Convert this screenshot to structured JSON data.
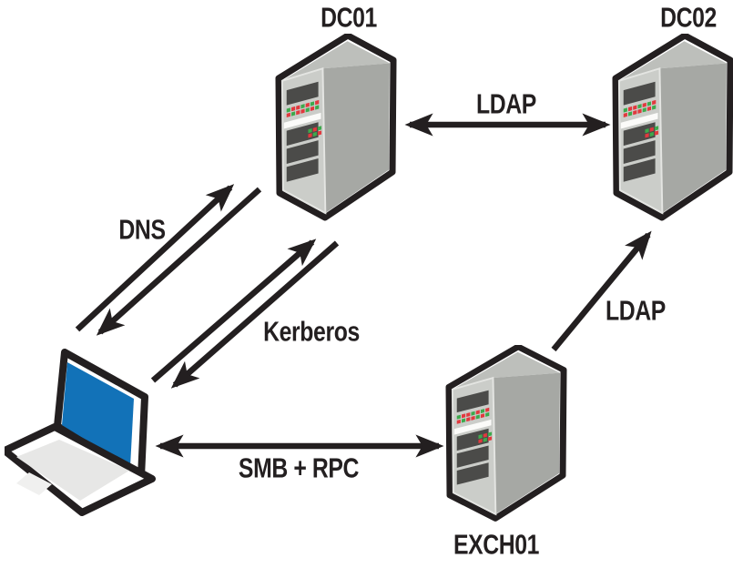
{
  "diagram": {
    "title": "",
    "nodes": {
      "dc01": {
        "label": "DC01",
        "type": "server"
      },
      "dc02": {
        "label": "DC02",
        "type": "server"
      },
      "exch01": {
        "label": "EXCH01",
        "type": "server"
      },
      "workstation": {
        "label": "",
        "type": "laptop"
      }
    },
    "edges": [
      {
        "id": "dns",
        "label": "DNS",
        "from": "workstation",
        "to": "dc01",
        "style": "two-parallel-arrows-opposite-directions"
      },
      {
        "id": "kerberos",
        "label": "Kerberos",
        "from": "workstation",
        "to": "dc01",
        "style": "two-parallel-arrows-opposite-directions"
      },
      {
        "id": "ldap-dc",
        "label": "LDAP",
        "from": "dc01",
        "to": "dc02",
        "style": "double-headed"
      },
      {
        "id": "smb-rpc",
        "label": "SMB + RPC",
        "from": "workstation",
        "to": "exch01",
        "style": "double-headed"
      },
      {
        "id": "ldap-exch",
        "label": "LDAP",
        "from": "exch01",
        "to": "dc02",
        "style": "single-headed"
      }
    ],
    "colors": {
      "outline_black": "#231f20",
      "laptop_screen_blue": "#1272b8",
      "server_front": "#cbcdc9",
      "server_side": "#a6a8a4",
      "server_top": "#bdbfbb",
      "slot_dark": "#4b4b49",
      "led_red": "#e1393e",
      "led_green": "#3ea94c"
    }
  }
}
